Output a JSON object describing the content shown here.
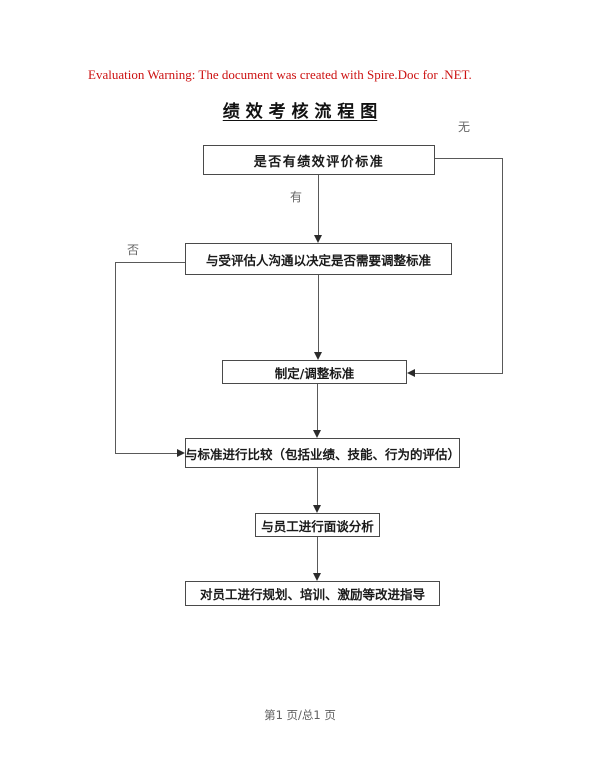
{
  "document": {
    "warning": "Evaluation Warning: The document was created with Spire.Doc for .NET.",
    "title": "绩 效 考 核 流 程 图",
    "footer": "第1 页/总1 页"
  },
  "flowchart": {
    "boxes": [
      {
        "id": "has-standard-check",
        "label": "是否有绩效评价标准"
      },
      {
        "id": "communicate-adjust",
        "label": "与受评估人沟通以决定是否需要调整标准"
      },
      {
        "id": "formulate-standard",
        "label": "制定/调整标准"
      },
      {
        "id": "compare-standard",
        "label": "与标准进行比较（包括业绩、技能、行为的评估）"
      },
      {
        "id": "interview-analysis",
        "label": "与员工进行面谈分析"
      },
      {
        "id": "improvement-guidance",
        "label": "对员工进行规划、培训、激励等改进指导"
      }
    ],
    "edge_labels": {
      "no_standard": "无",
      "has_standard": "有",
      "no_adjustment": "否"
    }
  },
  "colors": {
    "warning_red": "#cc1111",
    "line_gray": "#595959",
    "box_border": "#4a4a4a",
    "label_gray": "#666666",
    "page_background": "#ffffff"
  }
}
